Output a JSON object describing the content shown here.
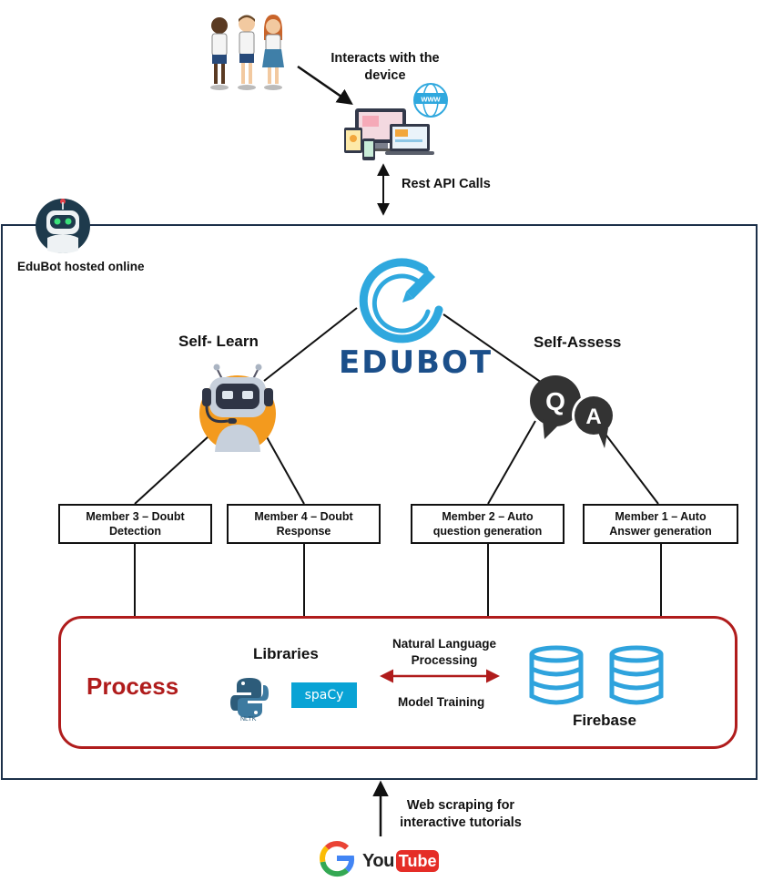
{
  "top": {
    "interacts_label_1": "Interacts with the",
    "interacts_label_2": "device",
    "www_text": "www",
    "rest_api_label": "Rest API Calls"
  },
  "hosted_label": "EduBot hosted online",
  "logo_text": "EDUBOT",
  "branches": {
    "self_learn": "Self- Learn",
    "self_assess": "Self-Assess"
  },
  "members": [
    {
      "line1": "Member 3 –  Doubt",
      "line2": "Detection"
    },
    {
      "line1": "Member 4 –  Doubt",
      "line2": "Response"
    },
    {
      "line1": "Member 2 – Auto",
      "line2": "question generation"
    },
    {
      "line1": "Member 1 – Auto",
      "line2": "Answer generation"
    }
  ],
  "qa_letters": {
    "q": "Q",
    "a": "A"
  },
  "process": {
    "title": "Process",
    "libraries_label": "Libraries",
    "nltk_label": "NLTK",
    "spacy_label": "spaCy",
    "nlp_label_1": "Natural Language",
    "nlp_label_2": "Processing",
    "model_training_label": "Model Training",
    "firebase_label": "Firebase"
  },
  "bottom": {
    "scraping_label_1": "Web scraping for",
    "scraping_label_2": "interactive tutorials",
    "google_letter": "G",
    "youtube_you": "You",
    "youtube_tube": "Tube"
  },
  "colors": {
    "frame": "#1c3049",
    "process_border": "#b01c1c",
    "process_title": "#b01c1c",
    "logo_blue": "#2fa8de",
    "logo_text": "#1b4f8a",
    "arrow_red": "#b01c1c",
    "database_blue": "#2fa3dd",
    "robot_orange": "#f39a1e",
    "speech_bubble": "#333333",
    "spacy_blue": "#09a3d5"
  }
}
